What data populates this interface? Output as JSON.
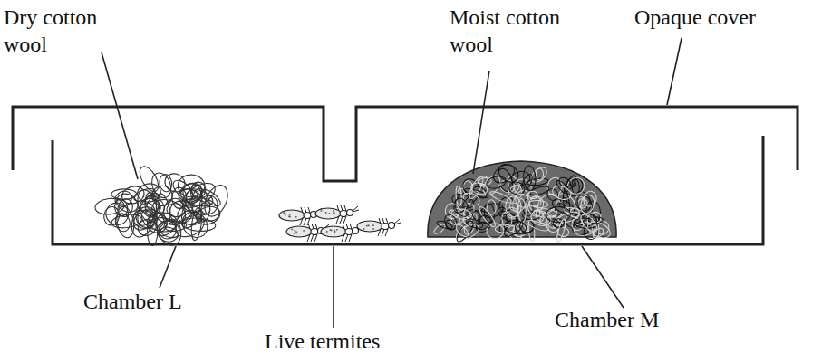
{
  "diagram": {
    "labels": [
      "Dry cotton wool",
      "Moist cotton wool",
      "Opaque cover",
      "Chamber L",
      "Chamber M",
      "Live termites"
    ]
  }
}
